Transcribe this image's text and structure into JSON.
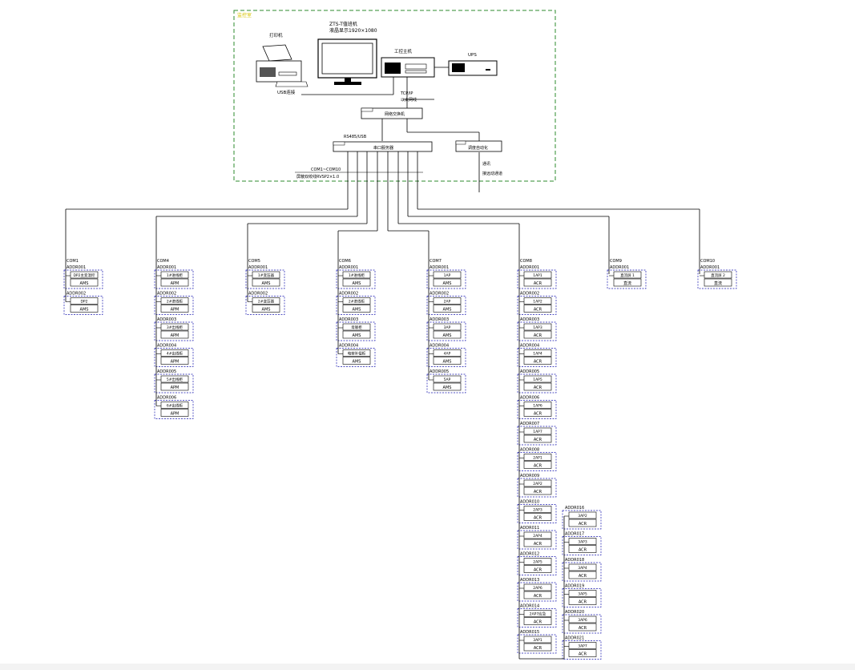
{
  "diagram": {
    "station_area_label": "监控室",
    "workstation_label_1": "ZTS-T值班机",
    "workstation_label_2": "液晶显示1920×1080",
    "printer_label": "打印机",
    "host_label": "工控主机",
    "ups_label": "UPS",
    "usb_label": "USB连接",
    "tcpip_label": "TCP/IP",
    "network_label": "以太网线",
    "switch_label": "网络交换机",
    "rs485_label": "RS485/USB",
    "comm_server_label": "串口服务器",
    "dispatch_label": "调度自动化",
    "cable_label_1": "通讯",
    "cable_label_2": "接远动通道",
    "bus_label_1": "COM1~COM10",
    "bus_label_2": "屏蔽双绞线RVSP2×1.0",
    "columns": [
      {
        "com": "COM1",
        "devices": [
          {
            "addr": "ADDR001",
            "name": "DP2主变温控",
            "type": "AMS"
          },
          {
            "addr": "ADDR002",
            "name": "DP2",
            "type": "AMS"
          }
        ]
      },
      {
        "com": "COM4",
        "devices": [
          {
            "addr": "ADDR001",
            "name": "1#进线柜",
            "type": "APM"
          },
          {
            "addr": "ADDR002",
            "name": "2#进线柜",
            "type": "APM"
          },
          {
            "addr": "ADDR003",
            "name": "3#出线柜",
            "type": "APM"
          },
          {
            "addr": "ADDR004",
            "name": "4#出线柜",
            "type": "APM"
          },
          {
            "addr": "ADDR005",
            "name": "5#出线柜",
            "type": "APM"
          },
          {
            "addr": "ADDR006",
            "name": "6#出线柜",
            "type": "APM"
          }
        ]
      },
      {
        "com": "COM5",
        "devices": [
          {
            "addr": "ADDR001",
            "name": "1#变压器",
            "type": "AMS"
          },
          {
            "addr": "ADDR002",
            "name": "2#变压器",
            "type": "AMS"
          }
        ]
      },
      {
        "com": "COM6",
        "devices": [
          {
            "addr": "ADDR001",
            "name": "1#进线柜",
            "type": "AMS"
          },
          {
            "addr": "ADDR002",
            "name": "2#进线柜",
            "type": "AMS"
          },
          {
            "addr": "ADDR003",
            "name": "母联柜",
            "type": "AMS"
          },
          {
            "addr": "ADDR004",
            "name": "电容补偿柜",
            "type": "AMS"
          }
        ]
      },
      {
        "com": "COM7",
        "devices": [
          {
            "addr": "ADDR001",
            "name": "1AP",
            "type": "AMS"
          },
          {
            "addr": "ADDR002",
            "name": "2AP",
            "type": "AMS"
          },
          {
            "addr": "ADDR003",
            "name": "3AP",
            "type": "AMS"
          },
          {
            "addr": "ADDR004",
            "name": "4AP",
            "type": "AMS"
          },
          {
            "addr": "ADDR005",
            "name": "5AP",
            "type": "AMS"
          }
        ]
      },
      {
        "com": "COM8",
        "devices": [
          {
            "addr": "ADDR001",
            "name": "1AP1",
            "type": "ACR"
          },
          {
            "addr": "ADDR002",
            "name": "1AP2",
            "type": "ACR"
          },
          {
            "addr": "ADDR003",
            "name": "1AP3",
            "type": "ACR"
          },
          {
            "addr": "ADDR004",
            "name": "1AP4",
            "type": "ACR"
          },
          {
            "addr": "ADDR005",
            "name": "1AP5",
            "type": "ACR"
          },
          {
            "addr": "ADDR006",
            "name": "1AP6",
            "type": "ACR"
          },
          {
            "addr": "ADDR007",
            "name": "1AP7",
            "type": "ACR"
          },
          {
            "addr": "ADDR008",
            "name": "2AP1",
            "type": "ACR"
          },
          {
            "addr": "ADDR009",
            "name": "2AP2",
            "type": "ACR"
          },
          {
            "addr": "ADDR010",
            "name": "2AP3",
            "type": "ACR"
          },
          {
            "addr": "ADDR011",
            "name": "2AP4",
            "type": "ACR"
          },
          {
            "addr": "ADDR012",
            "name": "2AP5",
            "type": "ACR"
          },
          {
            "addr": "ADDR013",
            "name": "2AP6",
            "type": "ACR"
          },
          {
            "addr": "ADDR014",
            "name": "2AP7应急",
            "type": "ACR"
          },
          {
            "addr": "ADDR015",
            "name": "3AP1",
            "type": "ACR"
          }
        ]
      },
      {
        "com": "COM8",
        "devices": [
          {
            "addr": "ADDR016",
            "name": "3AP2",
            "type": "ACR"
          },
          {
            "addr": "ADDR017",
            "name": "3AP3",
            "type": "ACR"
          },
          {
            "addr": "ADDR018",
            "name": "3AP4",
            "type": "ACR"
          },
          {
            "addr": "ADDR019",
            "name": "3AP5",
            "type": "ACR"
          },
          {
            "addr": "ADDR020",
            "name": "3AP6",
            "type": "ACR"
          },
          {
            "addr": "ADDR021",
            "name": "3AP7",
            "type": "ACR"
          }
        ]
      },
      {
        "com": "COM9",
        "devices": [
          {
            "addr": "ADDR001",
            "name": "直流屏 1",
            "type": "直流"
          }
        ]
      },
      {
        "com": "COM10",
        "devices": [
          {
            "addr": "ADDR001",
            "name": "直流屏 2",
            "type": "直流"
          }
        ]
      }
    ]
  },
  "colors": {
    "line": "#000000",
    "dashed_border": "#2e8b2e",
    "device_border": "#1a1ab0",
    "area_label": "#d6c400",
    "background": "#ffffff"
  }
}
